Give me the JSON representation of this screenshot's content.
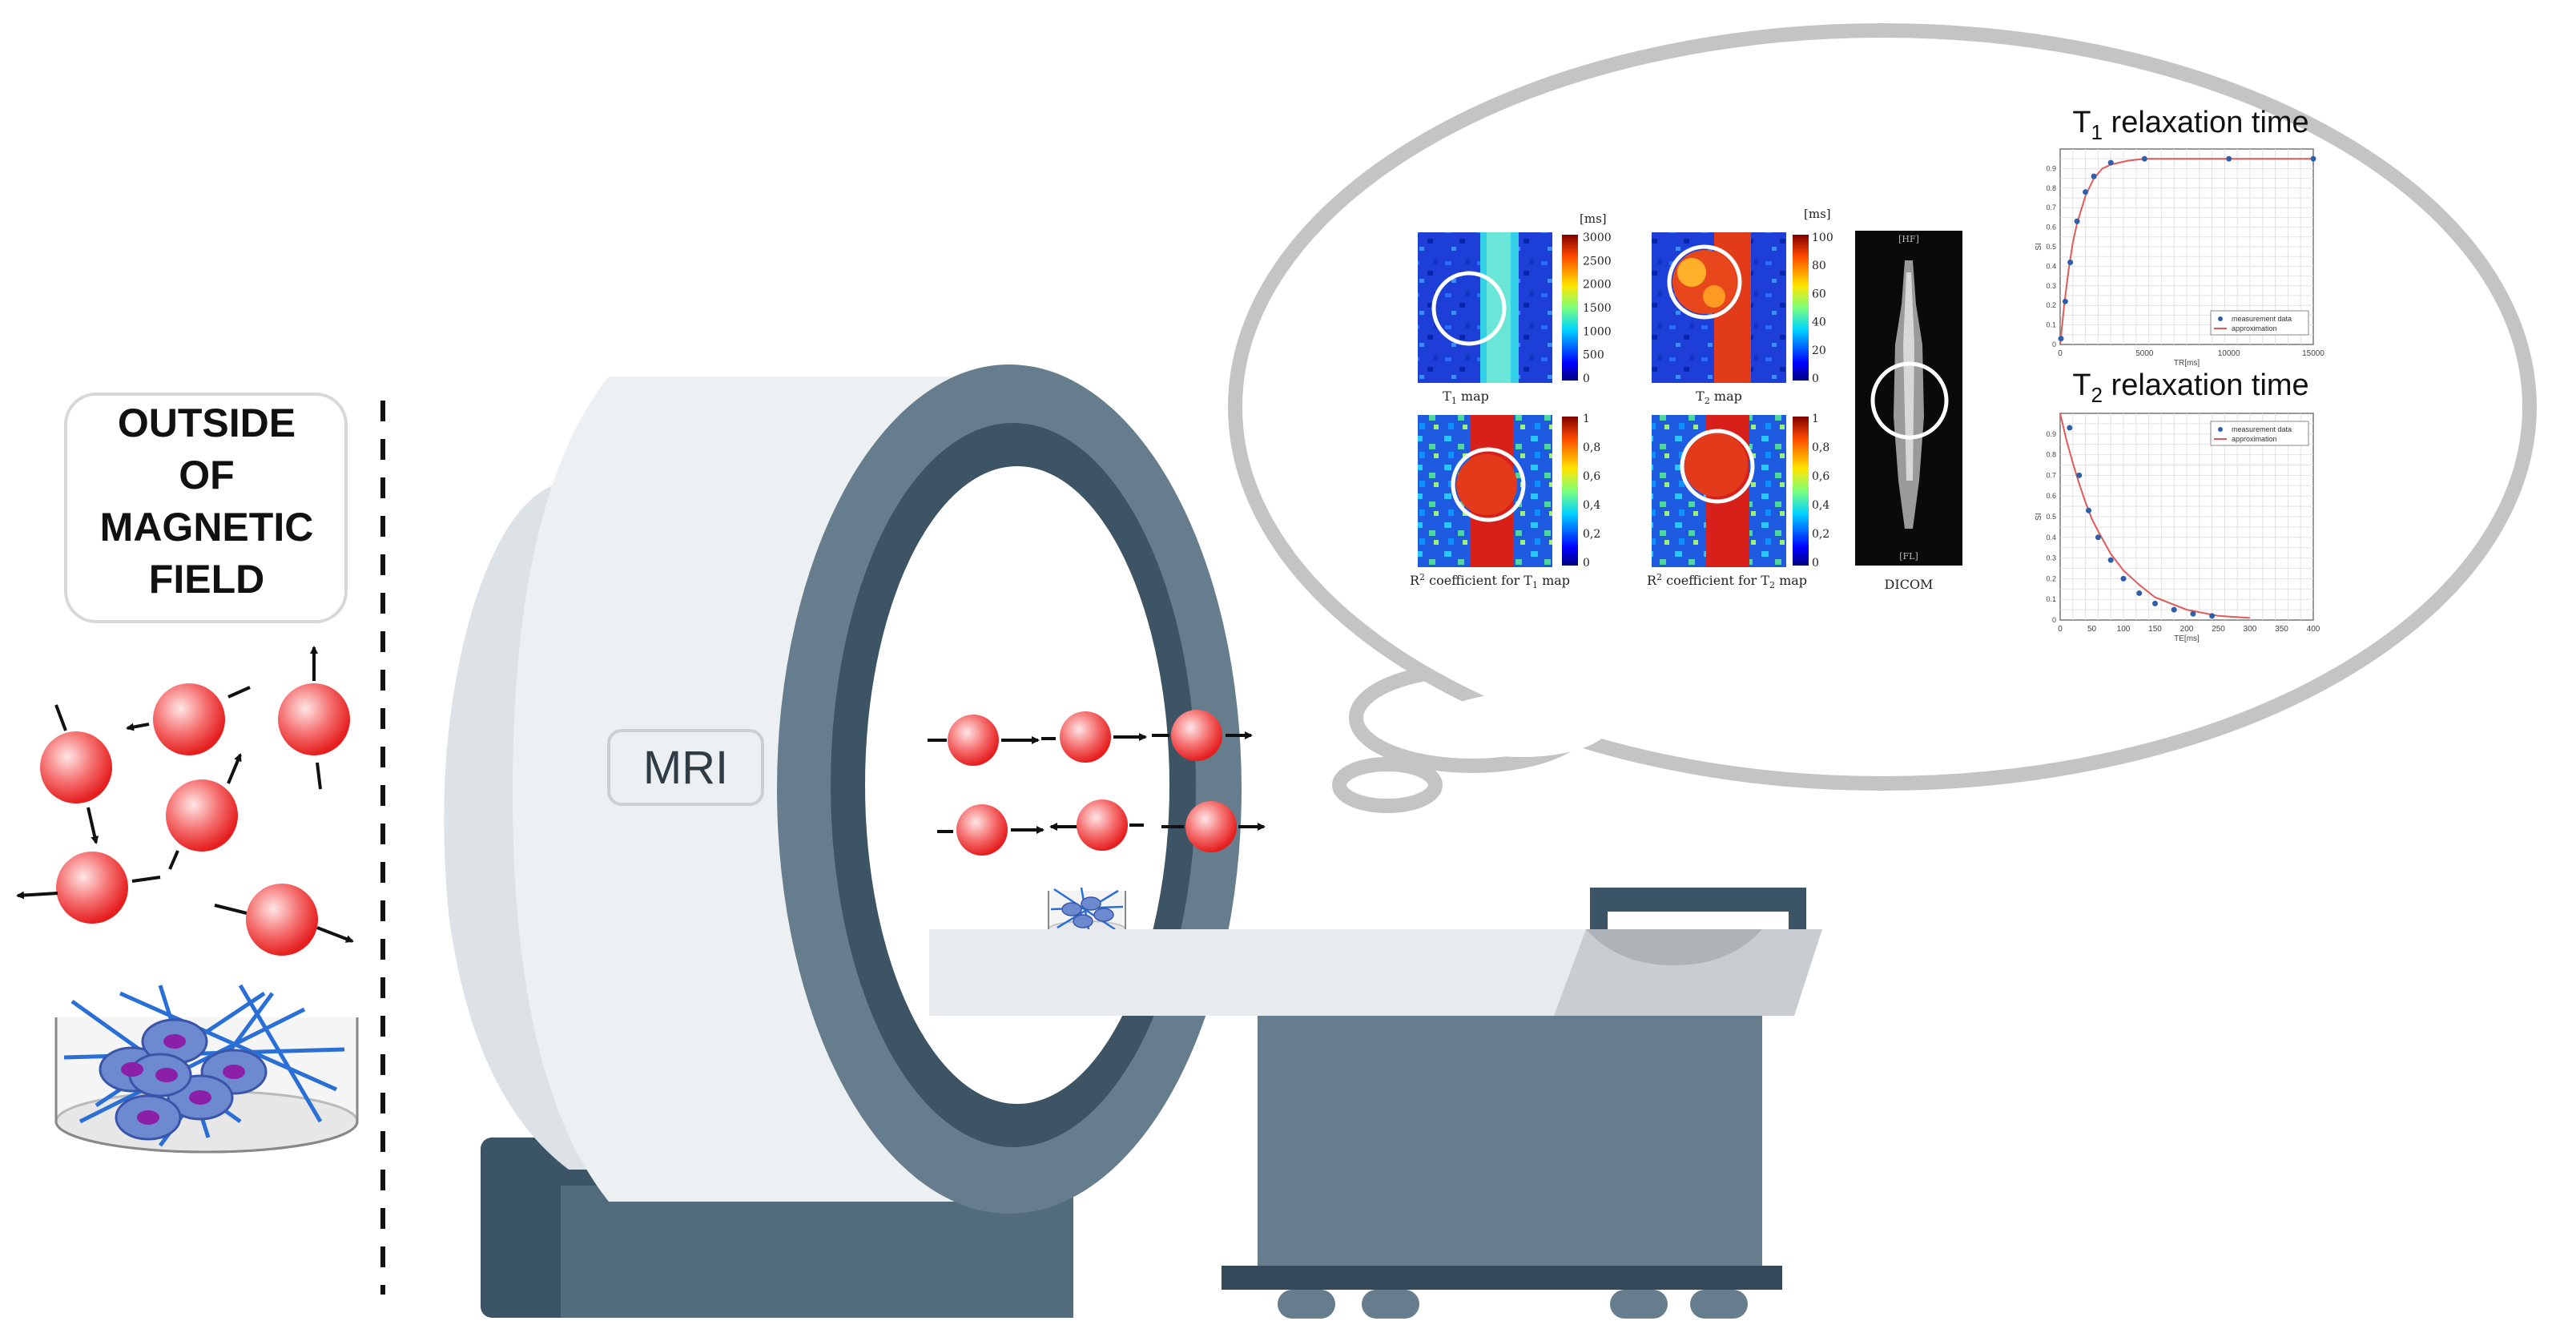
{
  "outside_label": [
    "OUTSIDE",
    "OF",
    "MAGNETIC",
    "FIELD"
  ],
  "mri_label": "MRI",
  "maps": {
    "t1_map": {
      "caption_pre": "T",
      "caption_sub": "1",
      "caption_post": " map",
      "unit": "[ms]",
      "ticks": [
        "3000",
        "2500",
        "2000",
        "1500",
        "1000",
        "500",
        "0"
      ]
    },
    "t2_map": {
      "caption_pre": "T",
      "caption_sub": "2",
      "caption_post": " map",
      "unit": "[ms]",
      "ticks": [
        "100",
        "80",
        "60",
        "40",
        "20",
        "0"
      ]
    },
    "r2_t1": {
      "caption_pre": "R",
      "caption_sup": "2",
      "caption_mid": " coefficient for T",
      "caption_sub": "1",
      "caption_post": " map",
      "ticks": [
        "1",
        "0,8",
        "0,6",
        "0,4",
        "0,2",
        "0"
      ]
    },
    "r2_t2": {
      "caption_pre": "R",
      "caption_sup": "2",
      "caption_mid": " coefficient for T",
      "caption_sub": "2",
      "caption_post": " map",
      "ticks": [
        "1",
        "0,8",
        "0,6",
        "0,4",
        "0,2",
        "0"
      ]
    },
    "dicom": {
      "caption": "DICOM",
      "top_tag": "[HF]",
      "bottom_tag": "[FL]"
    }
  },
  "chart_data": [
    {
      "type": "scatter",
      "title_pre": "T",
      "title_sub": "1",
      "title_post": " relaxation time",
      "xlabel": "TR[ms]",
      "ylabel": "SI",
      "xlim": [
        0,
        15000
      ],
      "ylim": [
        0,
        1
      ],
      "x_ticks": [
        "0",
        "5000",
        "10000",
        "15000"
      ],
      "y_ticks": [
        "0",
        "0.1",
        "0.2",
        "0.3",
        "0.4",
        "0.5",
        "0.6",
        "0.7",
        "0.8",
        "0.9"
      ],
      "series": [
        {
          "name": "measurement data",
          "kind": "points",
          "color": "#2f5fa8",
          "x": [
            50,
            300,
            600,
            1000,
            1500,
            2000,
            3000,
            5000,
            10000,
            15000
          ],
          "y": [
            0.03,
            0.22,
            0.42,
            0.63,
            0.78,
            0.86,
            0.93,
            0.95,
            0.95,
            0.95
          ]
        },
        {
          "name": "approximation",
          "kind": "curve",
          "color": "#e05a5a",
          "x": [
            0,
            250,
            500,
            750,
            1000,
            1500,
            2000,
            2500,
            3000,
            4000,
            5000,
            7500,
            10000,
            12500,
            15000
          ],
          "y": [
            0,
            0.21,
            0.38,
            0.52,
            0.62,
            0.76,
            0.85,
            0.9,
            0.92,
            0.94,
            0.95,
            0.95,
            0.95,
            0.95,
            0.95
          ]
        }
      ],
      "legend": "bottom-right",
      "grid": true
    },
    {
      "type": "scatter",
      "title_pre": "T",
      "title_sub": "2",
      "title_post": " relaxation time",
      "xlabel": "TE[ms]",
      "ylabel": "SI",
      "xlim": [
        0,
        400
      ],
      "ylim": [
        0,
        1
      ],
      "x_ticks": [
        "0",
        "50",
        "100",
        "150",
        "200",
        "250",
        "300",
        "350",
        "400"
      ],
      "y_ticks": [
        "0",
        "0.1",
        "0.2",
        "0.3",
        "0.4",
        "0.5",
        "0.6",
        "0.7",
        "0.8",
        "0.9"
      ],
      "series": [
        {
          "name": "measurement data",
          "kind": "points",
          "color": "#2f5fa8",
          "x": [
            15,
            30,
            45,
            60,
            80,
            100,
            125,
            150,
            180,
            210,
            240
          ],
          "y": [
            0.93,
            0.7,
            0.53,
            0.4,
            0.29,
            0.2,
            0.13,
            0.08,
            0.05,
            0.03,
            0.02
          ]
        },
        {
          "name": "approximation",
          "kind": "curve",
          "color": "#e05a5a",
          "x": [
            0,
            10,
            20,
            30,
            40,
            50,
            60,
            80,
            100,
            125,
            150,
            175,
            200,
            250,
            300
          ],
          "y": [
            1.0,
            0.87,
            0.76,
            0.66,
            0.57,
            0.49,
            0.43,
            0.32,
            0.24,
            0.17,
            0.11,
            0.08,
            0.05,
            0.02,
            0.01
          ]
        }
      ],
      "legend": "top-right",
      "grid": true
    }
  ]
}
